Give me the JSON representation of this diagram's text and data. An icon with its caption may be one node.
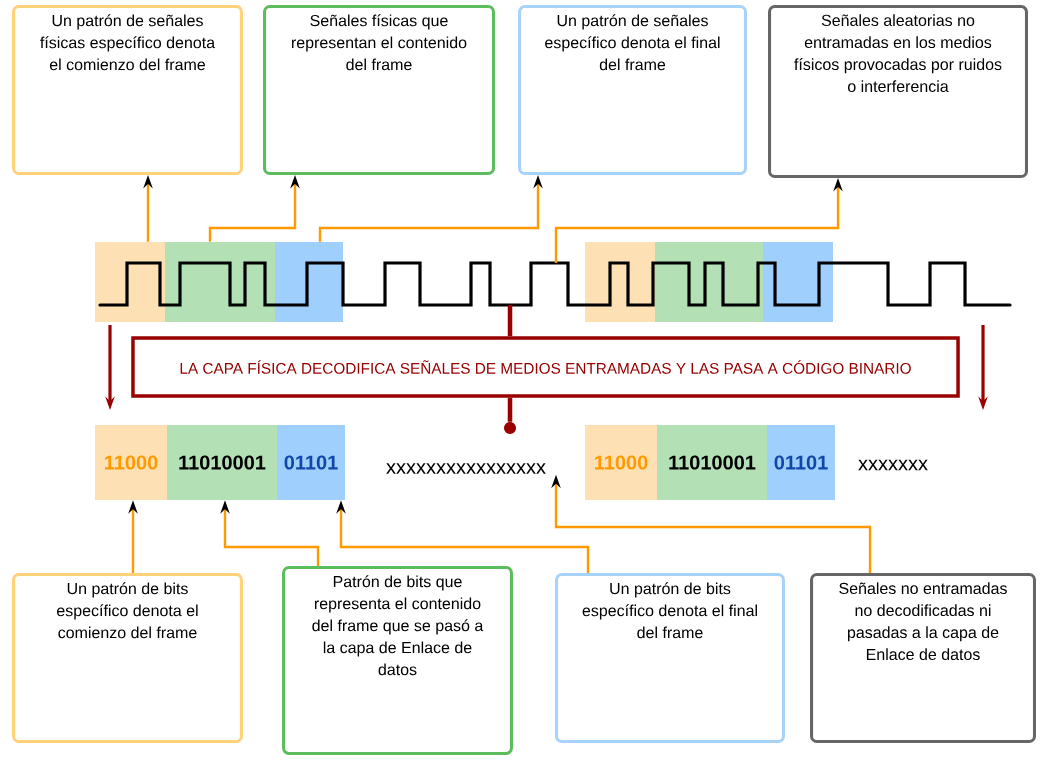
{
  "diagram": {
    "nodes": [
      {
        "text": [
          "Un patrón de señales físicas específico denota el comienzo del frame"
        ]
      },
      {
        "text": [
          "Señales físicas que representan el contenido del frame"
        ]
      },
      {
        "text": [
          "Un patrón de señales específico denota el final del frame"
        ]
      },
      {
        "text": [
          "Señales aleatorias no entramadas en los medios físicos provocadas por ruidos o interferencia"
        ]
      },
      {
        "text": [],
        "shape": "bar"
      },
      {
        "text": [],
        "shape": "bar"
      },
      {
        "text": [],
        "shape": "bar"
      },
      {
        "text": [],
        "shape": "bar"
      },
      {
        "text": [],
        "shape": "bar"
      },
      {
        "text": [],
        "shape": "bar"
      },
      {
        "text": [
          "LA CAPA FÍSICA DECODIFICA SEÑALES DE MEDIOS ENTRAMADAS Y LAS PASA A CÓDIGO BINARIO"
        ]
      },
      {
        "text": [
          "11000"
        ]
      },
      {
        "text": [
          "11010001"
        ]
      },
      {
        "text": [
          "01101"
        ]
      },
      {
        "text": [
          "xxxxxxxxxxxxxxxx"
        ]
      },
      {
        "text": [
          "11000"
        ]
      },
      {
        "text": [
          "11010001"
        ]
      },
      {
        "text": [
          "01101"
        ]
      },
      {
        "text": [
          "Un patrón de bits específico denota el comienzo del frame"
        ]
      },
      {
        "text": [
          "Patrón de bits que representa el contenido del frame que se pasó a la capa de Enlace de datos"
        ]
      },
      {
        "text": [
          "Un patrón de bits específico denota el final del frame"
        ]
      },
      {
        "text": [
          "Señales no entramadas no decodificadas ni pasadas a la capa de Enlace de datos"
        ]
      },
      {
        "text": [],
        "shape": "circle"
      }
    ],
    "edges": [
      {
        "from": 4,
        "to": 0,
        "arrow": "to"
      },
      {
        "from": 5,
        "to": 1,
        "arrow": "to"
      },
      {
        "from": 6,
        "to": 2,
        "arrow": "to"
      },
      {
        "from": null,
        "to": 3,
        "arrow": "to"
      },
      {
        "from": null,
        "to": 10,
        "arrow": "none",
        "style": "thick",
        "color": "#990000"
      },
      {
        "from": 10,
        "to": 22,
        "arrow": "none",
        "style": "thick",
        "color": "#990000"
      },
      {
        "from": 18,
        "to": 11,
        "arrow": "to"
      },
      {
        "from": 19,
        "to": 12,
        "arrow": "to"
      },
      {
        "from": 20,
        "to": 13,
        "arrow": "to"
      },
      {
        "from": 21,
        "to": 14,
        "arrow": "to"
      }
    ],
    "labels": [
      "xxxxxxx"
    ]
  }
}
